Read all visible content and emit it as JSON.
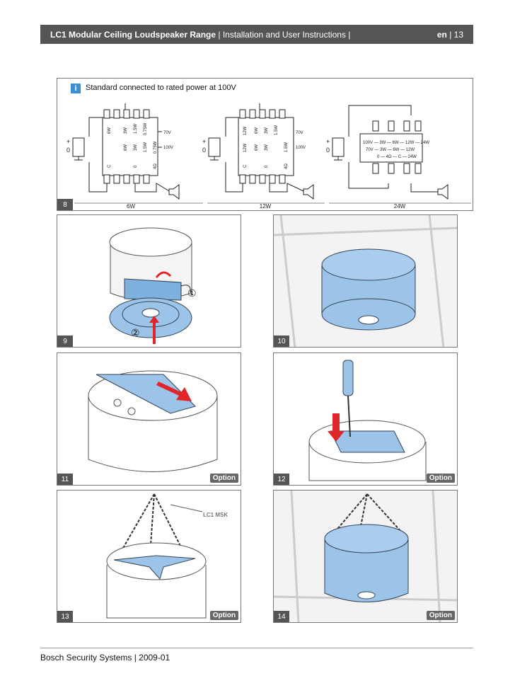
{
  "header": {
    "title_bold": "LC1 Modular Ceiling Loudspeaker Range",
    "title_rest": " | Installation and User Instructions |",
    "lang": "en",
    "page": " | 13"
  },
  "panel8": {
    "number": "8",
    "info_text": "Standard connected to rated power at 100V",
    "captions": [
      "6W",
      "12W",
      "24W"
    ],
    "volt_labels": [
      "70V",
      "100V"
    ],
    "plus": "+",
    "zero": "0",
    "diagram_a": {
      "row1": [
        "6W",
        "3W",
        "1.5W",
        "0.75W"
      ],
      "row2": [
        "6W",
        "3W",
        "1.5W",
        "0.75W"
      ],
      "bottom": [
        "C",
        "0",
        "4Ω"
      ]
    },
    "diagram_b": {
      "row1": [
        "12W",
        "6W",
        "3W",
        "1.5W"
      ],
      "row2": [
        "12W",
        "6W",
        "3W",
        "1.5W"
      ],
      "bottom": [
        "C",
        "0",
        "4Ω"
      ]
    },
    "diagram_c": {
      "lines": [
        "100V — 3W — 6W — 12W — 24W",
        "70V — 3W — 6W — 12W",
        "0 — 4Ω — C — 24W"
      ]
    }
  },
  "panels": [
    {
      "number": "9",
      "option": ""
    },
    {
      "number": "10",
      "option": ""
    },
    {
      "number": "11",
      "option": "Option"
    },
    {
      "number": "12",
      "option": "Option"
    },
    {
      "number": "13",
      "option": "Option",
      "product_label": "LC1 MSK"
    },
    {
      "number": "14",
      "option": "Option"
    }
  ],
  "callouts": {
    "one": "①",
    "two": "②"
  },
  "footer": "Bosch Security Systems | 2009-01",
  "colors": {
    "header": "#555555",
    "speaker_blue": "#9cc3e8",
    "info_blue": "#3d8fd0",
    "arrow_red": "#e0262a"
  }
}
